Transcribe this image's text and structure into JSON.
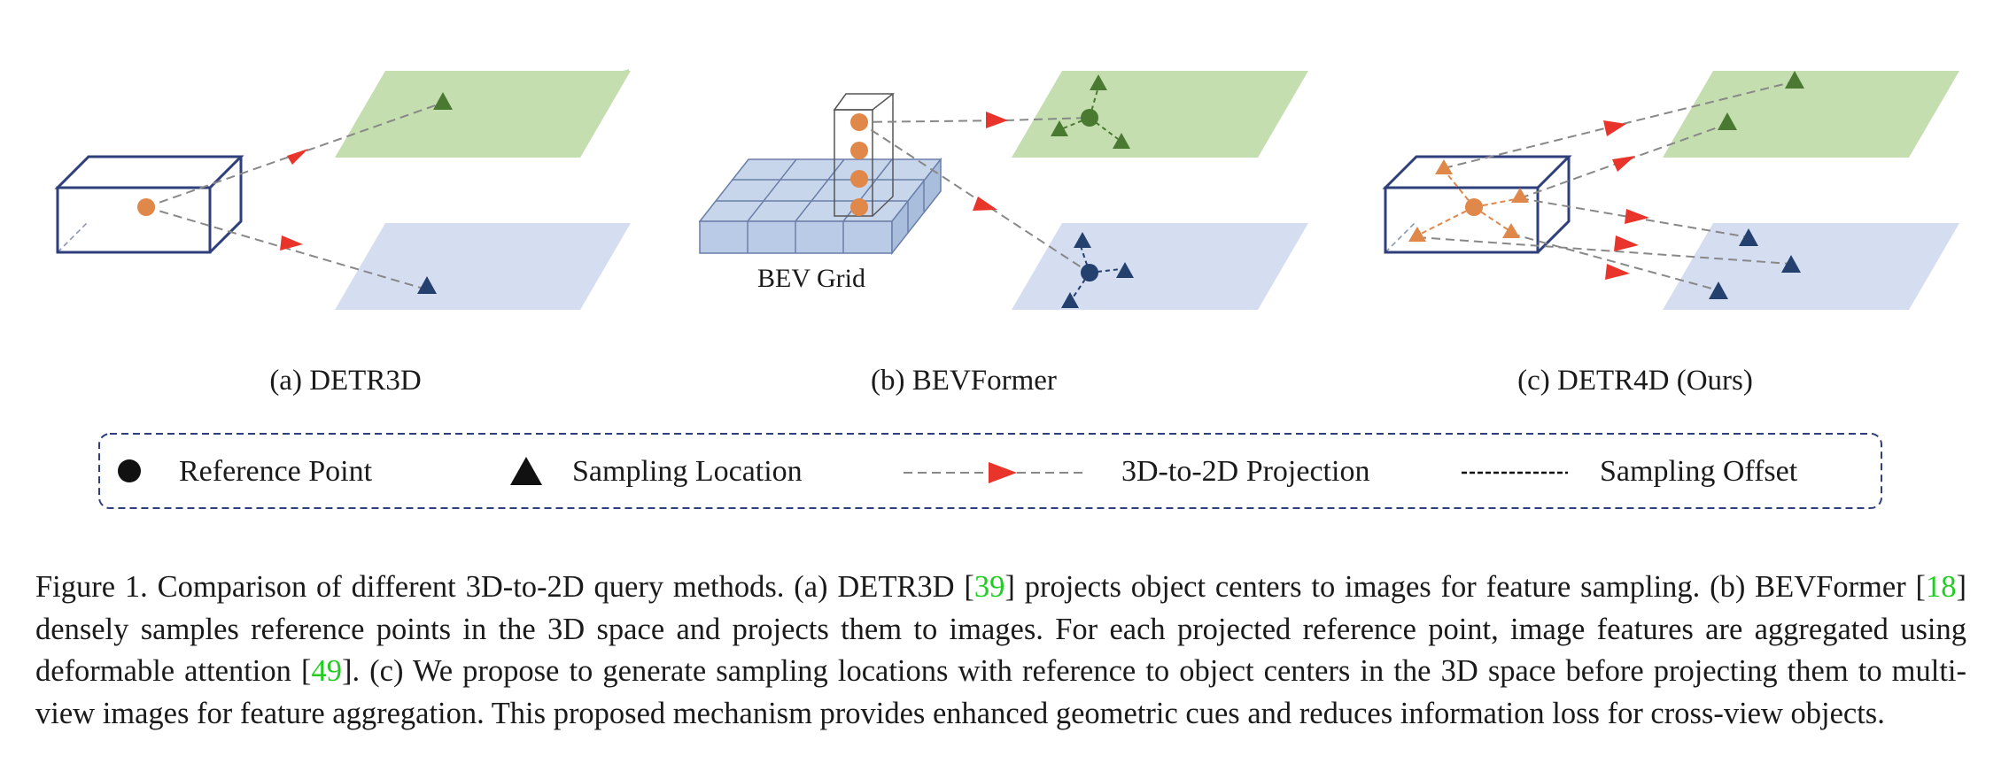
{
  "panels": {
    "a": {
      "label": "(a) DETR3D"
    },
    "b": {
      "label": "(b) BEVFormer",
      "grid_label": "BEV Grid"
    },
    "c": {
      "label": "(c) DETR4D (Ours)"
    }
  },
  "legend": {
    "reference_point": "Reference Point",
    "sampling_location": "Sampling Location",
    "projection": "3D-to-2D Projection",
    "sampling_offset": "Sampling Offset"
  },
  "caption": {
    "part1": "Figure 1. Comparison of different 3D-to-2D query methods. (a) DETR3D [",
    "cite1": "39",
    "part2": "] projects object centers to images for feature sampling. (b) BEVFormer [",
    "cite2": "18",
    "part3": "] densely samples reference points in the 3D space and projects them to images. For each projected reference point, image features are aggregated using deformable attention [",
    "cite3": "49",
    "part4": "]. (c) We propose to generate sampling locations with reference to object centers in the 3D space before projecting them to multi-view images for feature aggregation. This proposed mechanism provides enhanced geometric cues and reduces information loss for cross-view objects."
  },
  "colors": {
    "green_plane": "#c5deb0",
    "blue_plane": "#d5ddf0",
    "box_stroke": "#2e3f7c",
    "reference_point": "#e0884a",
    "arrow": "#e8342a",
    "green_marker": "#4a7a32",
    "blue_marker": "#24406e",
    "citation": "#22cc22"
  }
}
